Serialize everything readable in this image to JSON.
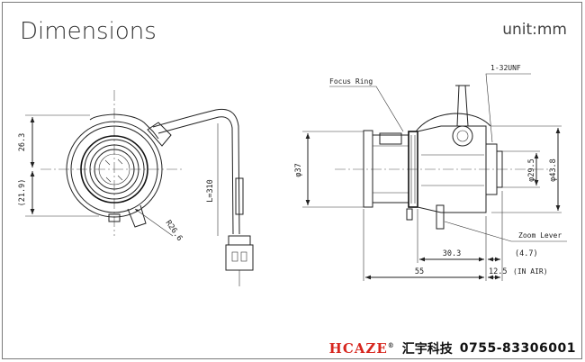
{
  "header": {
    "title": "Dimensions",
    "unit": "unit:mm"
  },
  "left_view": {
    "dim_top": "26.3",
    "dim_bottom": "(21.9)",
    "dim_cable": "L=310",
    "dim_radius": "R26.6"
  },
  "side_view": {
    "focus_ring_label": "Focus Ring",
    "mount_label": "1-32UNF",
    "zoom_lever_label": "Zoom Lever",
    "dim_diameter_37": "φ37",
    "dim_diameter_29_5": "φ29.5",
    "dim_diameter_43_8": "φ43.8",
    "dim_30_3": "30.3",
    "dim_4_7": "(4.7)",
    "dim_55": "55",
    "dim_12_5": "12.5",
    "dim_in_air": "(IN AIR)"
  },
  "footer": {
    "logo": "HCAZE",
    "logo_mark": "®",
    "company": "汇宇科技",
    "phone": "0755-83306001"
  },
  "colors": {
    "logo": "#d7261e",
    "line": "#222222"
  }
}
